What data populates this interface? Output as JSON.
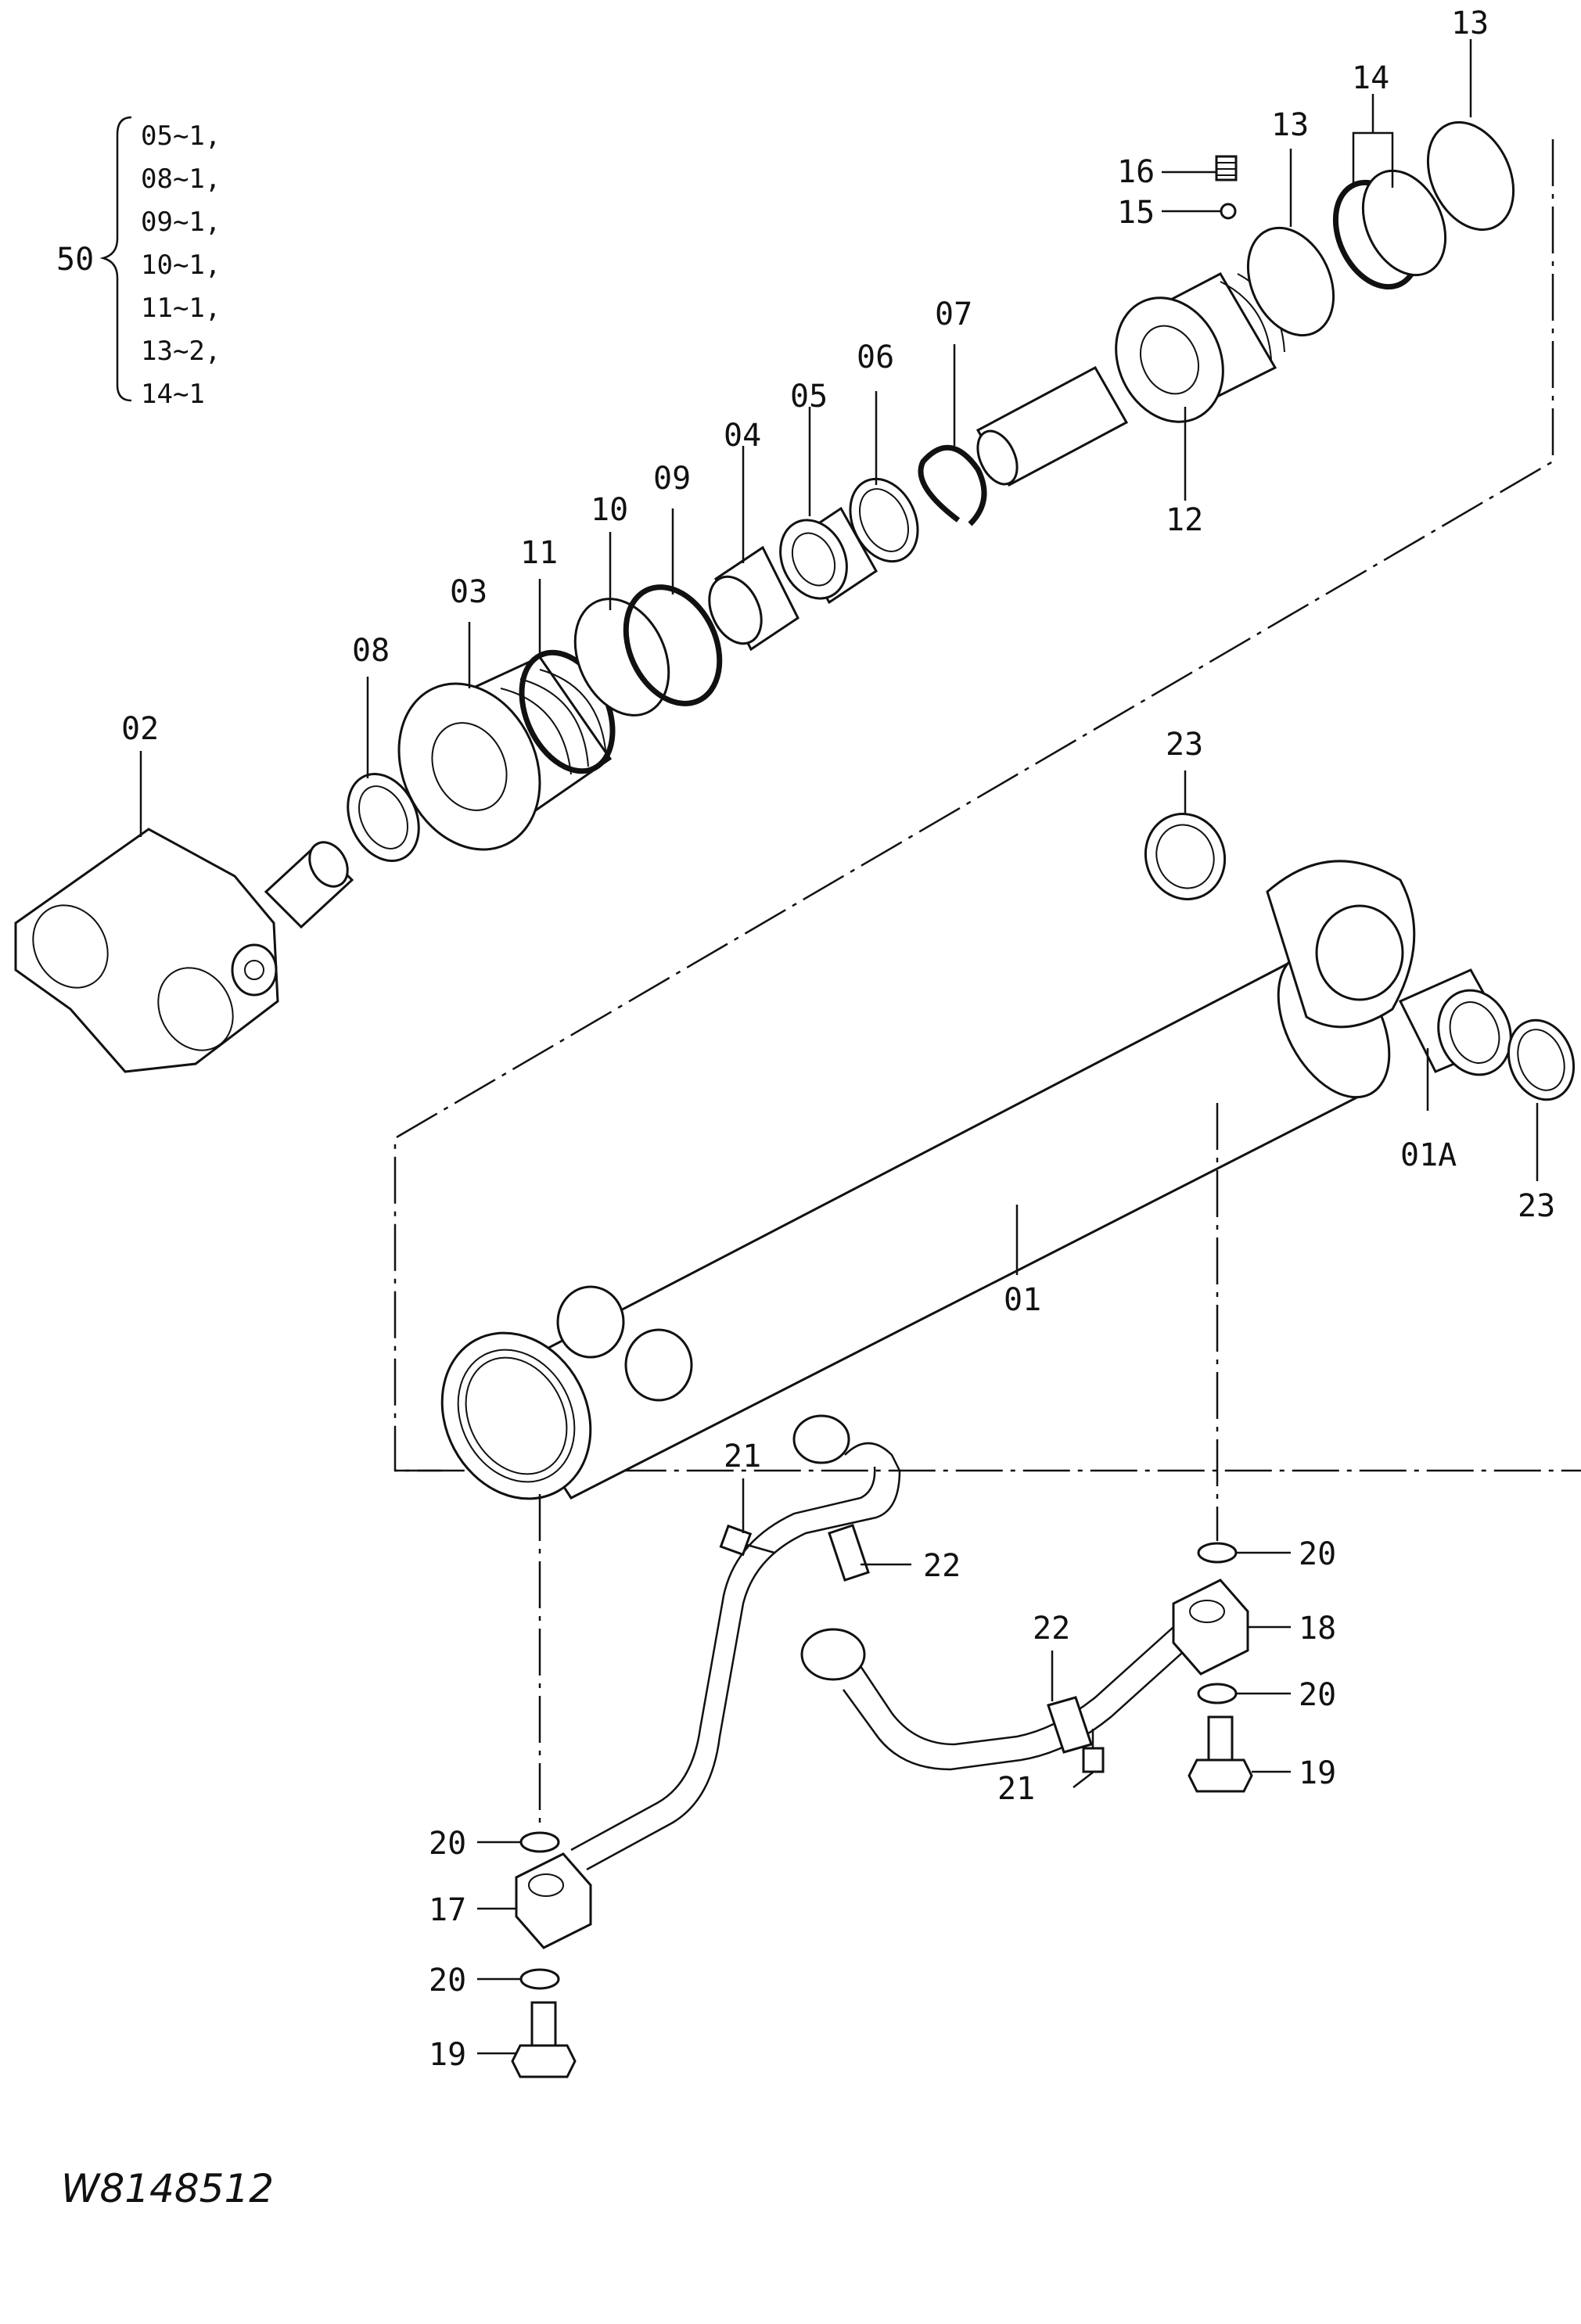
{
  "drawing_number": "W8148512",
  "kit": {
    "number": "50",
    "items": [
      "05~1,",
      "08~1,",
      "09~1,",
      "10~1,",
      "11~1,",
      "13~2,",
      "14~1"
    ]
  },
  "labels": {
    "p01": "01",
    "p01a": "01A",
    "p02": "02",
    "p03": "03",
    "p04": "04",
    "p05": "05",
    "p06": "06",
    "p07": "07",
    "p08": "08",
    "p09": "09",
    "p10": "10",
    "p11": "11",
    "p12": "12",
    "p13a": "13",
    "p13b": "13",
    "p14": "14",
    "p15": "15",
    "p16": "16",
    "p17": "17",
    "p18": "18",
    "p19a": "19",
    "p19b": "19",
    "p20a": "20",
    "p20b": "20",
    "p20c": "20",
    "p20d": "20",
    "p21a": "21",
    "p21b": "21",
    "p22a": "22",
    "p22b": "22",
    "p23a": "23",
    "p23b": "23"
  }
}
